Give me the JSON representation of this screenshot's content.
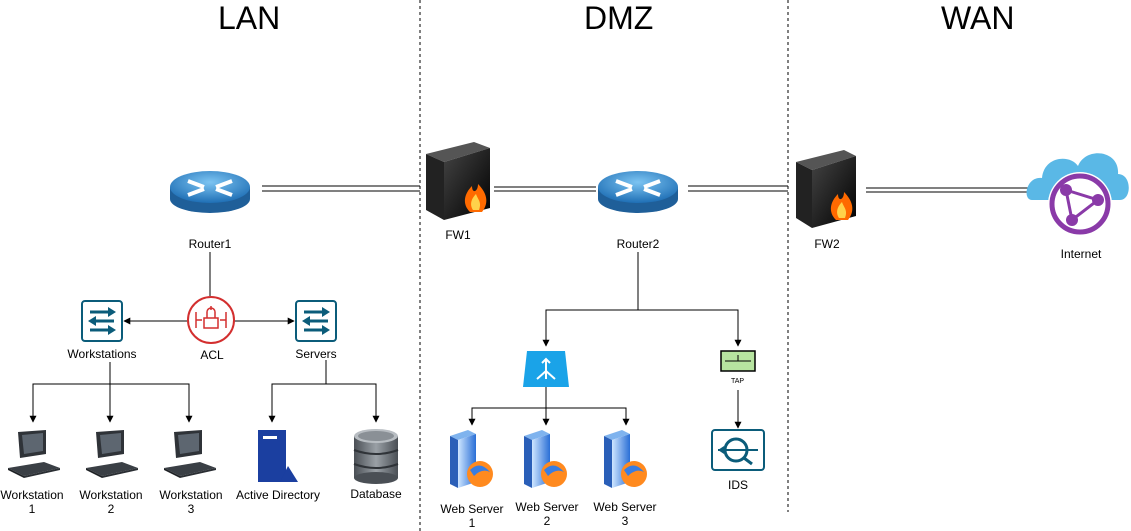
{
  "zones": {
    "lan": "LAN",
    "dmz": "DMZ",
    "wan": "WAN"
  },
  "nodes": {
    "router1": "Router1",
    "router2": "Router2",
    "fw1": "FW1",
    "fw2": "FW2",
    "internet": "Internet",
    "acl": "ACL",
    "switch_workstations": "Workstations",
    "switch_servers": "Servers",
    "workstation1": [
      "Workstation",
      "1"
    ],
    "workstation2": [
      "Workstation",
      "2"
    ],
    "workstation3": [
      "Workstation",
      "3"
    ],
    "active_directory": "Active Directory",
    "database": "Database",
    "load_balancer": "",
    "web_server1": [
      "Web Server",
      "1"
    ],
    "web_server2": [
      "Web Server",
      "2"
    ],
    "web_server3": [
      "Web Server",
      "3"
    ],
    "tap": "TAP",
    "ids": "IDS"
  },
  "colors": {
    "router": "#2d86d0",
    "switch": "#0b5c7a",
    "acl": "#d32f2f",
    "firewall_flame": "#ff6a00",
    "internet_cloud": "#5ab8e6",
    "internet_globe": "#8a3aa8",
    "load_balancer": "#1aa3e8",
    "tap": "#b7e4a0",
    "ids": "#0b5c7a",
    "server_blue": "#2a6fd6",
    "db_gray": "#7a7f85"
  }
}
